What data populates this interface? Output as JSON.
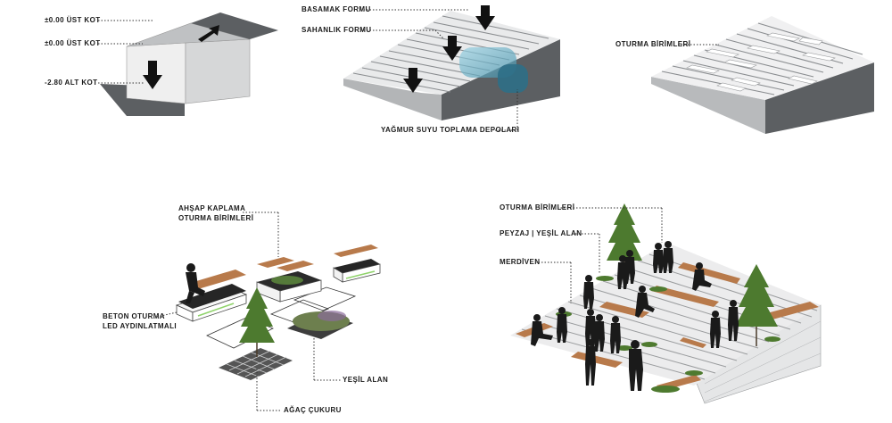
{
  "diagram": {
    "level_labels": [
      "±0.00 ÜST KOT",
      "±0.00 ÜST KOT",
      "-2.80 ALT KOT"
    ],
    "steps_labels": [
      "BASAMAK FORMU",
      "SAHANLIK FORMU",
      "YAĞMUR SUYU TOPLAMA DEPOLARI"
    ],
    "seating_label": "OTURMA BİRİMLERİ",
    "exploded_labels": {
      "wood_line1": "AHŞAP KAPLAMA",
      "wood_line2": "OTURMA BİRİMLERİ",
      "concrete_line1": "BETON OTURMA",
      "concrete_line2": "LED AYDINLATMALI",
      "green": "YEŞİL ALAN",
      "tree_pit": "AĞAÇ ÇUKURU"
    },
    "perspective_labels": [
      "OTURMA BİRİMLERİ",
      "PEYZAJ | YEŞİL ALAN",
      "MERDİVEN"
    ],
    "colors": {
      "wall": "#5c5f62",
      "box_top": "#bfc1c3",
      "step_light": "#e9eaeb",
      "step_dark": "#7b7e81",
      "water": "#5fb4cf",
      "wood": "#b87a4b",
      "green": "#4e7a2f",
      "silhouette": "#1a1a1a"
    }
  }
}
